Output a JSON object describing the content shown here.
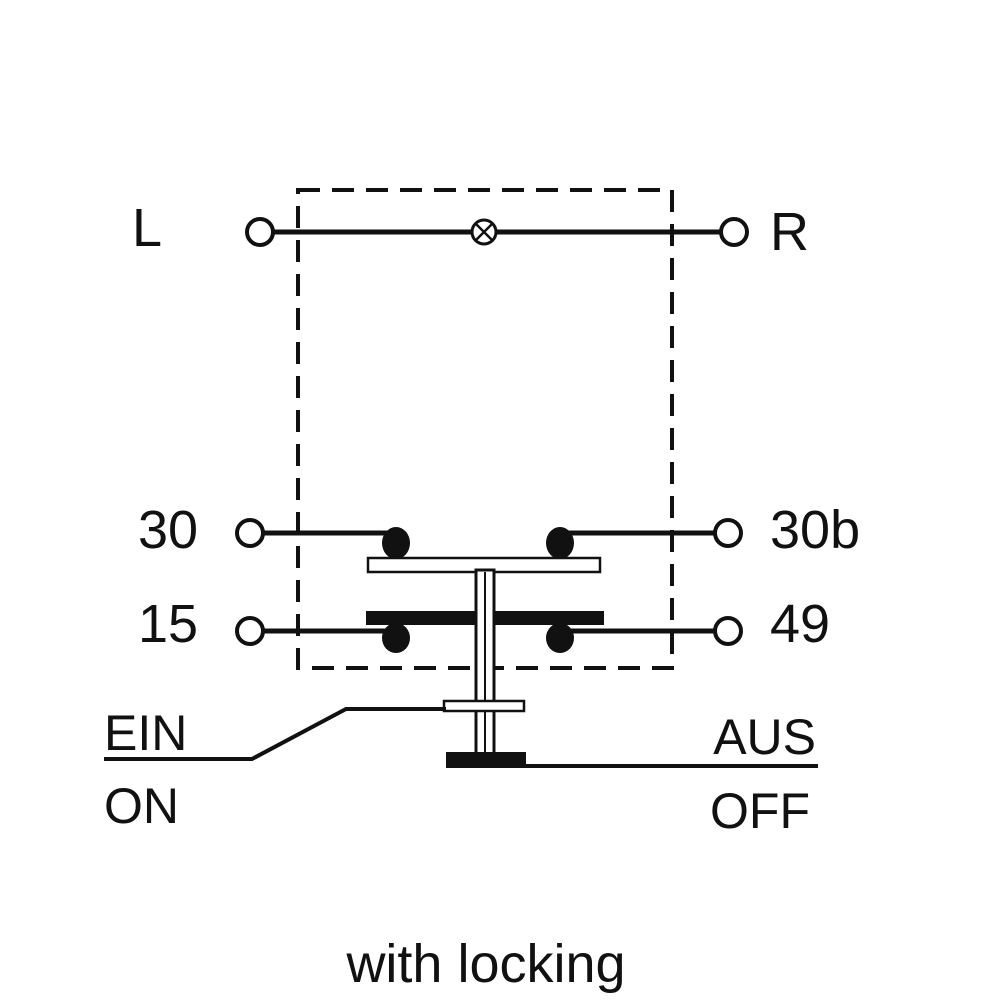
{
  "terminals": {
    "left_top": "L",
    "right_top": "R",
    "left_mid": "30",
    "right_mid": "30b",
    "left_low": "15",
    "right_low": "49"
  },
  "states": {
    "on_de": "EIN",
    "on_en": "ON",
    "off_de": "AUS",
    "off_en": "OFF"
  },
  "caption": "with locking",
  "colors": {
    "line": "#111111",
    "background": "#ffffff"
  }
}
